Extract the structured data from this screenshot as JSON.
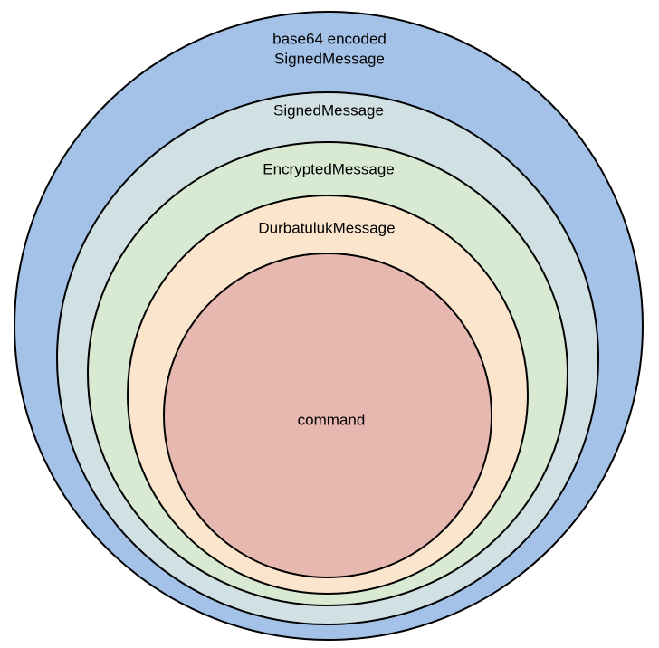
{
  "diagram": {
    "layers": [
      {
        "id": "base64",
        "label_lines": [
          "base64 encoded",
          "SignedMessage"
        ],
        "color": "#a4c2e8"
      },
      {
        "id": "signed",
        "label_lines": [
          "SignedMessage"
        ],
        "color": "#d0e0e3"
      },
      {
        "id": "encrypted",
        "label_lines": [
          "EncryptedMessage"
        ],
        "color": "#d9ead3"
      },
      {
        "id": "durbatuluk",
        "label_lines": [
          "DurbatulukMessage"
        ],
        "color": "#fce5cd"
      },
      {
        "id": "command",
        "label_lines": [
          "command"
        ],
        "color": "#e6b8af"
      }
    ]
  }
}
